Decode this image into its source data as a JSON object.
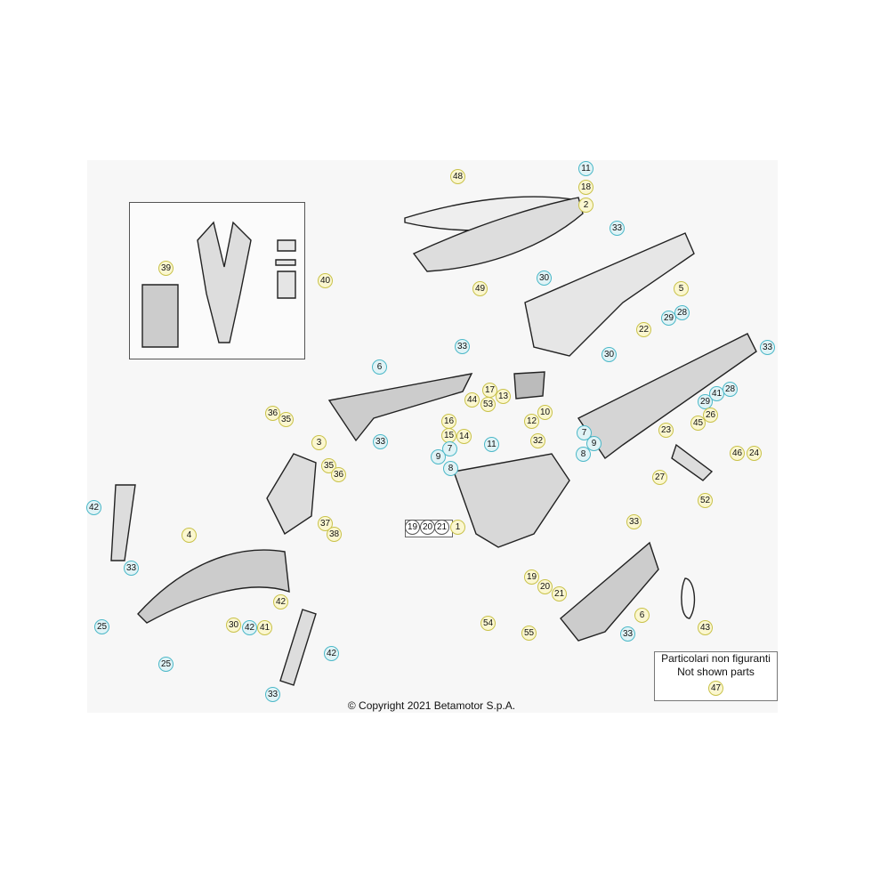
{
  "note": {
    "line1": "Particolari non figuranti",
    "line2": "Not shown parts",
    "ref": "47"
  },
  "copyright": "© Copyright 2021 Betamotor S.p.A.",
  "colors": {
    "yellow_fill": "#fbf7d0",
    "yellow_border": "#c9c24a",
    "cyan_fill": "#e0f3f6",
    "cyan_border": "#4bb8c8"
  },
  "group_box": [
    "19",
    "20",
    "21"
  ],
  "callouts": [
    {
      "n": "48",
      "t": "y"
    },
    {
      "n": "11",
      "t": "c"
    },
    {
      "n": "18",
      "t": "y"
    },
    {
      "n": "2",
      "t": "y"
    },
    {
      "n": "33",
      "t": "c"
    },
    {
      "n": "30",
      "t": "c"
    },
    {
      "n": "5",
      "t": "y"
    },
    {
      "n": "49",
      "t": "y"
    },
    {
      "n": "39",
      "t": "y"
    },
    {
      "n": "40",
      "t": "y"
    },
    {
      "n": "28",
      "t": "c"
    },
    {
      "n": "29",
      "t": "c"
    },
    {
      "n": "22",
      "t": "y"
    },
    {
      "n": "33",
      "t": "c"
    },
    {
      "n": "30",
      "t": "c"
    },
    {
      "n": "33",
      "t": "c"
    },
    {
      "n": "6",
      "t": "c"
    },
    {
      "n": "29",
      "t": "c"
    },
    {
      "n": "41",
      "t": "c"
    },
    {
      "n": "28",
      "t": "c"
    },
    {
      "n": "44",
      "t": "y"
    },
    {
      "n": "17",
      "t": "y"
    },
    {
      "n": "13",
      "t": "y"
    },
    {
      "n": "53",
      "t": "y"
    },
    {
      "n": "10",
      "t": "y"
    },
    {
      "n": "12",
      "t": "y"
    },
    {
      "n": "16",
      "t": "y"
    },
    {
      "n": "15",
      "t": "y"
    },
    {
      "n": "14",
      "t": "y"
    },
    {
      "n": "11",
      "t": "c"
    },
    {
      "n": "32",
      "t": "y"
    },
    {
      "n": "7",
      "t": "c"
    },
    {
      "n": "9",
      "t": "c"
    },
    {
      "n": "8",
      "t": "c"
    },
    {
      "n": "7",
      "t": "c"
    },
    {
      "n": "9",
      "t": "c"
    },
    {
      "n": "8",
      "t": "c"
    },
    {
      "n": "36",
      "t": "y"
    },
    {
      "n": "35",
      "t": "y"
    },
    {
      "n": "3",
      "t": "y"
    },
    {
      "n": "33",
      "t": "c"
    },
    {
      "n": "26",
      "t": "y"
    },
    {
      "n": "45",
      "t": "y"
    },
    {
      "n": "23",
      "t": "y"
    },
    {
      "n": "46",
      "t": "y"
    },
    {
      "n": "24",
      "t": "y"
    },
    {
      "n": "27",
      "t": "y"
    },
    {
      "n": "52",
      "t": "y"
    },
    {
      "n": "35",
      "t": "y"
    },
    {
      "n": "36",
      "t": "y"
    },
    {
      "n": "37",
      "t": "y"
    },
    {
      "n": "38",
      "t": "y"
    },
    {
      "n": "1",
      "t": "y"
    },
    {
      "n": "42",
      "t": "c"
    },
    {
      "n": "33",
      "t": "c"
    },
    {
      "n": "4",
      "t": "y"
    },
    {
      "n": "33",
      "t": "y"
    },
    {
      "n": "19",
      "t": "y"
    },
    {
      "n": "20",
      "t": "y"
    },
    {
      "n": "21",
      "t": "y"
    },
    {
      "n": "6",
      "t": "y"
    },
    {
      "n": "42",
      "t": "y"
    },
    {
      "n": "30",
      "t": "y"
    },
    {
      "n": "42",
      "t": "c"
    },
    {
      "n": "41",
      "t": "y"
    },
    {
      "n": "25",
      "t": "c"
    },
    {
      "n": "43",
      "t": "y"
    },
    {
      "n": "54",
      "t": "y"
    },
    {
      "n": "55",
      "t": "y"
    },
    {
      "n": "33",
      "t": "c"
    },
    {
      "n": "42",
      "t": "c"
    },
    {
      "n": "25",
      "t": "c"
    },
    {
      "n": "33",
      "t": "c"
    }
  ]
}
